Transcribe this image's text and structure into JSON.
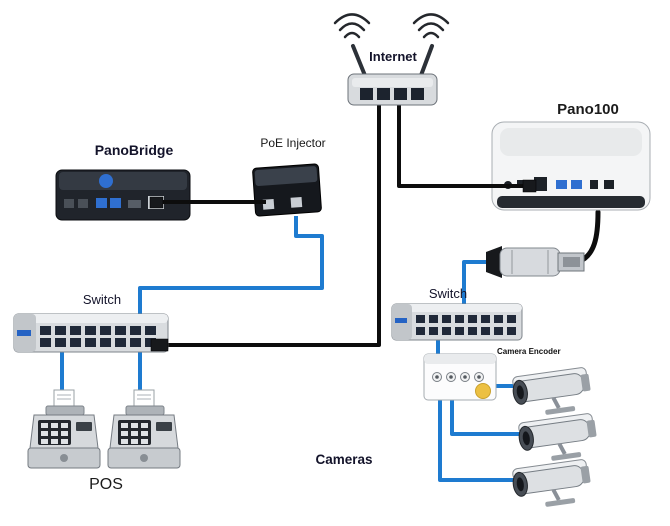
{
  "diagram": {
    "type": "network-topology",
    "labels": {
      "internet": "Internet",
      "pano100": "Pano100",
      "panobridge": "PanoBridge",
      "poe_injector": "PoE Injector",
      "switch_left": "Switch",
      "switch_right": "Switch",
      "pos": "POS",
      "cameras": "Cameras",
      "camera_encoder": "Camera Encoder"
    },
    "nodes": [
      {
        "id": "internet-router",
        "label": "Internet",
        "type": "wireless-router"
      },
      {
        "id": "pano100",
        "label": "Pano100",
        "type": "appliance"
      },
      {
        "id": "panobridge",
        "label": "PanoBridge",
        "type": "bridge-device"
      },
      {
        "id": "poe-injector",
        "label": "PoE Injector",
        "type": "poe-injector"
      },
      {
        "id": "switch-left",
        "label": "Switch",
        "type": "network-switch"
      },
      {
        "id": "switch-right",
        "label": "Switch",
        "type": "network-switch"
      },
      {
        "id": "pos-terminal-1",
        "label": "POS",
        "type": "pos-terminal"
      },
      {
        "id": "pos-terminal-2",
        "label": "POS",
        "type": "pos-terminal"
      },
      {
        "id": "usb-ethernet-adapter",
        "label": "",
        "type": "usb-ethernet-adapter"
      },
      {
        "id": "camera-encoder",
        "label": "Camera Encoder",
        "type": "encoder"
      },
      {
        "id": "camera-1",
        "label": "Cameras",
        "type": "bullet-camera"
      },
      {
        "id": "camera-2",
        "label": "Cameras",
        "type": "bullet-camera"
      },
      {
        "id": "camera-3",
        "label": "Cameras",
        "type": "bullet-camera"
      }
    ],
    "edges": [
      {
        "from": "internet-router",
        "to": "switch-left",
        "cable": "black-ethernet"
      },
      {
        "from": "internet-router",
        "to": "pano100",
        "cable": "black-ethernet"
      },
      {
        "from": "panobridge",
        "to": "poe-injector",
        "cable": "black-ethernet"
      },
      {
        "from": "poe-injector",
        "to": "switch-left",
        "cable": "blue-ethernet"
      },
      {
        "from": "switch-left",
        "to": "pos-terminal-1",
        "cable": "blue-ethernet"
      },
      {
        "from": "switch-left",
        "to": "pos-terminal-2",
        "cable": "blue-ethernet"
      },
      {
        "from": "pano100",
        "to": "usb-ethernet-adapter",
        "cable": "black-usb"
      },
      {
        "from": "usb-ethernet-adapter",
        "to": "switch-right",
        "cable": "blue-ethernet"
      },
      {
        "from": "switch-right",
        "to": "camera-encoder",
        "cable": "blue-ethernet"
      },
      {
        "from": "camera-encoder",
        "to": "camera-1",
        "cable": "blue-ethernet"
      },
      {
        "from": "camera-encoder",
        "to": "camera-2",
        "cable": "blue-ethernet"
      },
      {
        "from": "camera-encoder",
        "to": "camera-3",
        "cable": "blue-ethernet"
      }
    ],
    "colors": {
      "cable_black": "#0d0d0d",
      "cable_blue": "#1e7bd0",
      "usb_port_blue": "#2f6fd0",
      "background": "#ffffff"
    }
  }
}
